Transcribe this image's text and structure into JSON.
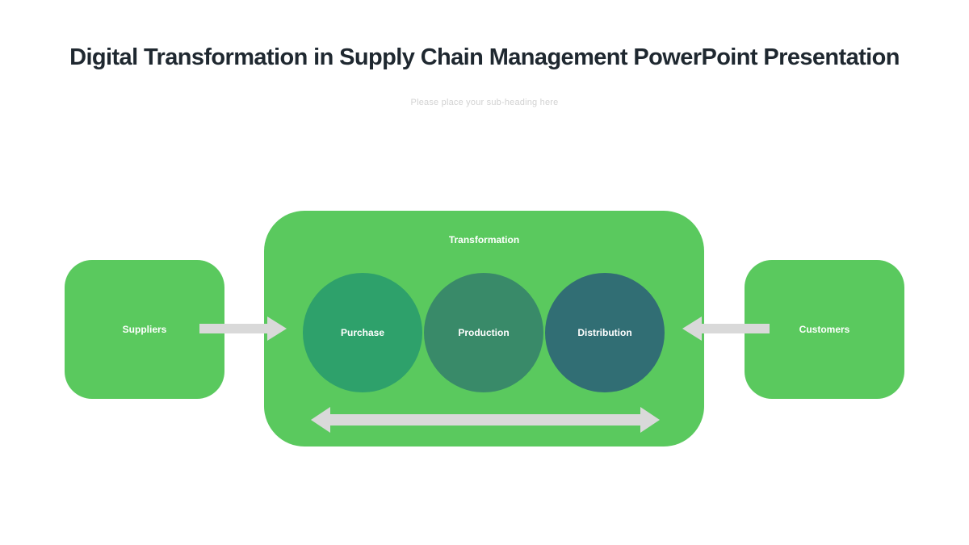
{
  "slide": {
    "title": "Digital Transformation in Supply Chain Management PowerPoint Presentation",
    "subtitle": "Please place your sub-heading here"
  },
  "diagram": {
    "suppliers": {
      "label": "Suppliers"
    },
    "customers": {
      "label": "Customers"
    },
    "transformation": {
      "label": "Transformation",
      "stages": [
        {
          "label": "Purchase",
          "color": "#2EA16B"
        },
        {
          "label": "Production",
          "color": "#398A69"
        },
        {
          "label": "Distribution",
          "color": "#316E74"
        }
      ]
    },
    "icons": {
      "suppliers_to_transformation": "right-arrow",
      "customers_to_transformation": "left-arrow",
      "transformation_flow": "double-headed-arrow"
    },
    "colors": {
      "box_green": "#5AC95E",
      "arrow_gray": "#D9D9D9",
      "title_text": "#1F2830",
      "subtitle_text": "#D2D2D2",
      "label_text": "#FFFFFF"
    }
  }
}
